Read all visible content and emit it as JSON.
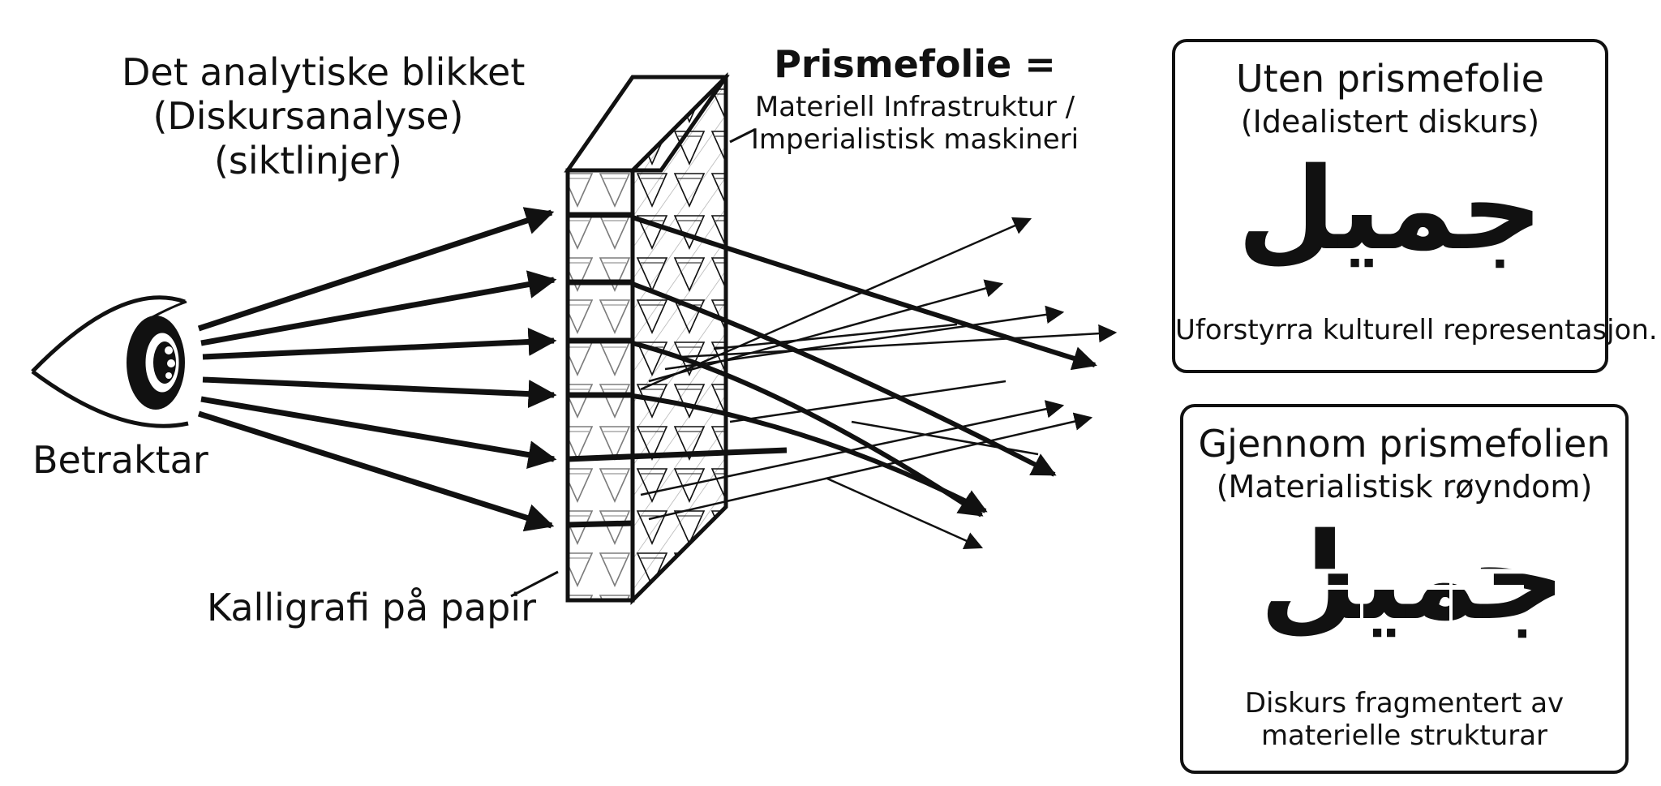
{
  "eye": {
    "label": "Betraktar"
  },
  "gaze": {
    "lines": [
      "Det analytiske blikket",
      "(Diskursanalyse)",
      "(siktlinjer)"
    ]
  },
  "paper": {
    "label": "Kalligrafi på papir"
  },
  "prism": {
    "title": "Prismefolie =",
    "lines": [
      "Materiell Infrastruktur /",
      "Imperialistisk maskineri"
    ]
  },
  "panel_without": {
    "title": "Uten prismefolie",
    "subtitle": "(Idealistert diskurs)",
    "word": "جميل",
    "caption": "Uforstyrra kulturell representasjon."
  },
  "panel_through": {
    "title": "Gjennom prismefolien",
    "subtitle": "(Materialistisk røyndom)",
    "word": "جميل",
    "caption_lines": [
      "Diskurs fragmentert av",
      "materielle strukturar"
    ]
  },
  "colors": {
    "ink": "#111111",
    "paper": "#ffffff"
  }
}
